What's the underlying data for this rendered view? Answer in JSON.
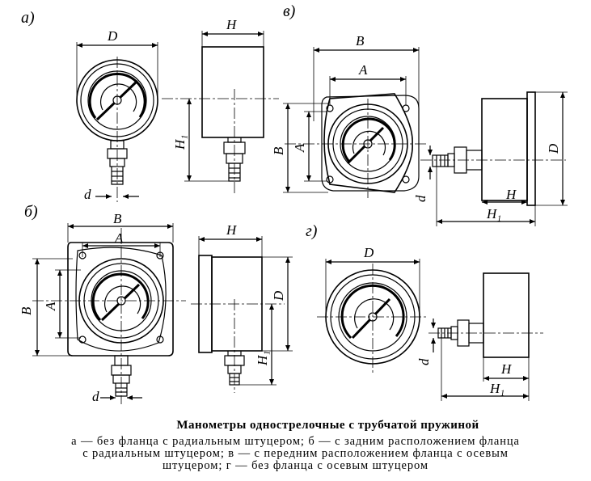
{
  "panels": {
    "a": {
      "label": "а)",
      "dims": {
        "D": "D",
        "H": "H",
        "H1": "H₁",
        "d": "d"
      }
    },
    "b": {
      "label": "б)",
      "dims": {
        "B": "B",
        "A": "A",
        "B_side": "B",
        "A_side": "A",
        "H": "H",
        "D": "D",
        "H1": "H₁",
        "d": "d"
      }
    },
    "v": {
      "label": "в)",
      "dims": {
        "B": "B",
        "A": "A",
        "B_side": "B",
        "A_side": "A",
        "D": "D",
        "H": "H",
        "H1": "H₁",
        "d": "d"
      }
    },
    "g": {
      "label": "г)",
      "dims": {
        "D": "D",
        "H": "H",
        "H1": "H₁",
        "d": "d"
      }
    }
  },
  "caption": {
    "title": "Манометры однострелочные с трубчатой пружиной",
    "line1": "а — без фланца с радиальным штуцером; б — с задним расположением фланца",
    "line2": "с радиальным штуцером; в — с передним расположением фланца с осевым",
    "line3": "штуцером; г — без фланца с осевым штуцером"
  }
}
